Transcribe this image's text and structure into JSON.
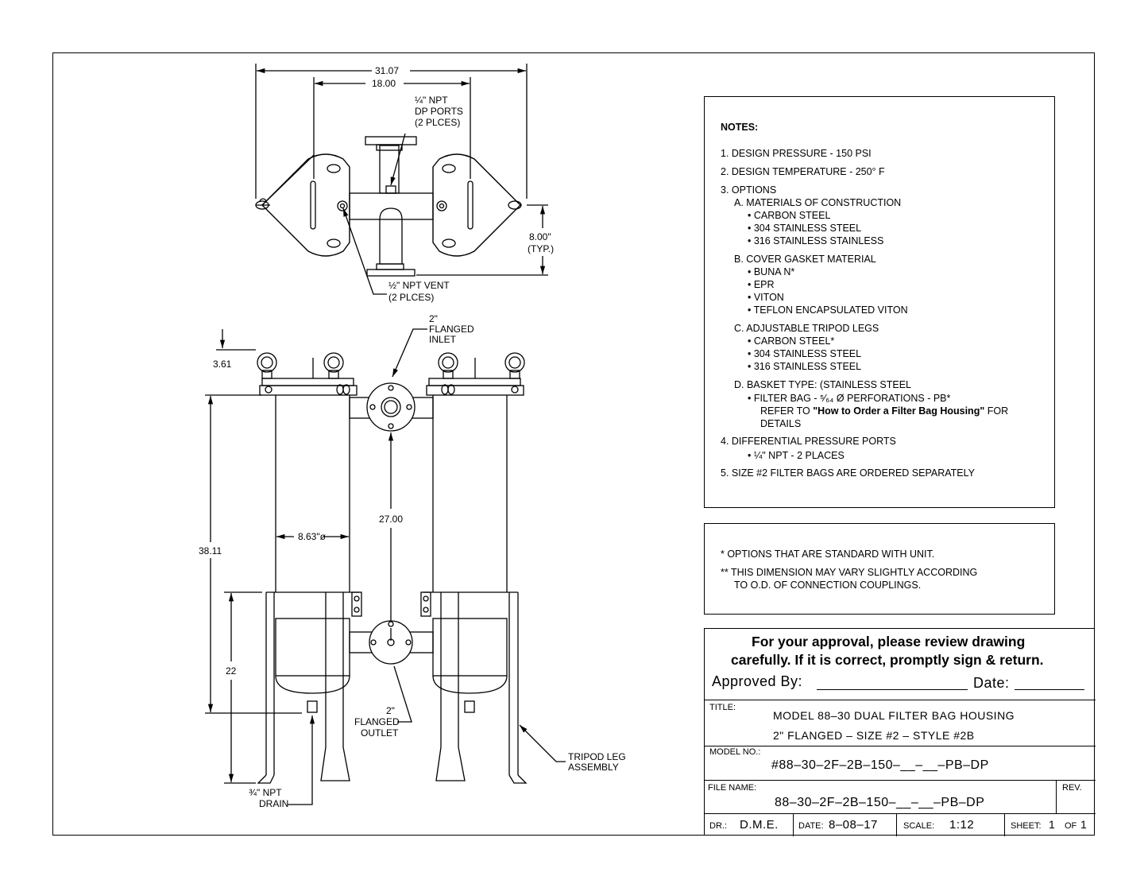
{
  "dimensions": {
    "overall_width": "31.07",
    "center_spacing": "18.00",
    "vertical_typ": "8.00\"",
    "vertical_typ_note": "(TYP.)",
    "top_height": "3.61",
    "overall_height": "38.11",
    "center_height": "27.00",
    "diameter": "8.63\"ø",
    "leg_height": "22"
  },
  "callouts": {
    "dp_ports": [
      "¼\" NPT",
      "DP PORTS",
      "(2 PLCES)"
    ],
    "vent": [
      "½\" NPT VENT",
      "(2 PLCES)"
    ],
    "inlet": [
      "2\"",
      "FLANGED",
      "INLET"
    ],
    "outlet": [
      "2\"",
      "FLANGED",
      "OUTLET"
    ],
    "drain": [
      "¾\" NPT",
      "DRAIN"
    ],
    "tripod": [
      "TRIPOD LEG",
      "ASSEMBLY"
    ]
  },
  "notes": {
    "heading": "NOTES:",
    "n1": "1.  DESIGN PRESSURE - 150 PSI",
    "n2": "2.  DESIGN TEMPERATURE - 250° F",
    "n3": "3.  OPTIONS",
    "n3a": "A.  MATERIALS OF CONSTRUCTION",
    "n3a1": "•  CARBON STEEL",
    "n3a2": "•  304 STAINLESS STEEL",
    "n3a3": "•  316 STAINLESS STAINLESS",
    "n3b": "B.  COVER GASKET MATERIAL",
    "n3b1": "•  BUNA N*",
    "n3b2": "•  EPR",
    "n3b3": "•  VITON",
    "n3b4": "•  TEFLON ENCAPSULATED VITON",
    "n3c": "C.  ADJUSTABLE TRIPOD LEGS",
    "n3c1": "•  CARBON STEEL*",
    "n3c2": "•  304 STAINLESS STEEL",
    "n3c3": "•  316 STAINLESS STEEL",
    "n3d": "D.  BASKET TYPE: (STAINLESS STEEL",
    "n3d1": "•  FILTER BAG - ⁵⁄₆₄ Ø PERFORATIONS - PB*",
    "n3d2_pre": "REFER TO ",
    "n3d2_bold": "\"How to Order a Filter Bag Housing\"",
    "n3d2_post": " FOR",
    "n3d3": "DETAILS",
    "n4": "4.  DIFFERENTIAL PRESSURE PORTS",
    "n4a": "•  ¼\" NPT - 2 PLACES",
    "n5": "5.  SIZE #2 FILTER BAGS ARE ORDERED SEPARATELY"
  },
  "footnotes": {
    "f1": "*    OPTIONS THAT ARE STANDARD WITH UNIT.",
    "f2": "**  THIS DIMENSION MAY VARY SLIGHTLY ACCORDING",
    "f2b": "TO  O.D. OF CONNECTION COUPLINGS."
  },
  "title_block": {
    "approval_1": "For  your approval, please review drawing",
    "approval_2": "carefully.  If it is correct, promptly sign & return.",
    "approved_by": "Approved  By:",
    "date_label": "Date:",
    "title_label": "TITLE:",
    "title_1": "MODEL 88–30 DUAL FILTER BAG HOUSING",
    "title_2": "2\" FLANGED – SIZE #2 – STYLE #2B",
    "model_label": "MODEL NO.:",
    "model_value": "#88–30–2F–2B–150–__–__–PB–DP",
    "file_label": "FILE NAME:",
    "file_value": "88–30–2F–2B–150–__–__–PB–DP",
    "rev_label": "REV.",
    "dr_label": "DR.:",
    "dr_value": "D.M.E.",
    "date_field_label": "DATE:",
    "date_value": "8–08–17",
    "scale_label": "SCALE:",
    "scale_value": "1:12",
    "sheet_label": "SHEET:",
    "sheet_value": "1",
    "of_label": "OF",
    "of_value": "1"
  }
}
